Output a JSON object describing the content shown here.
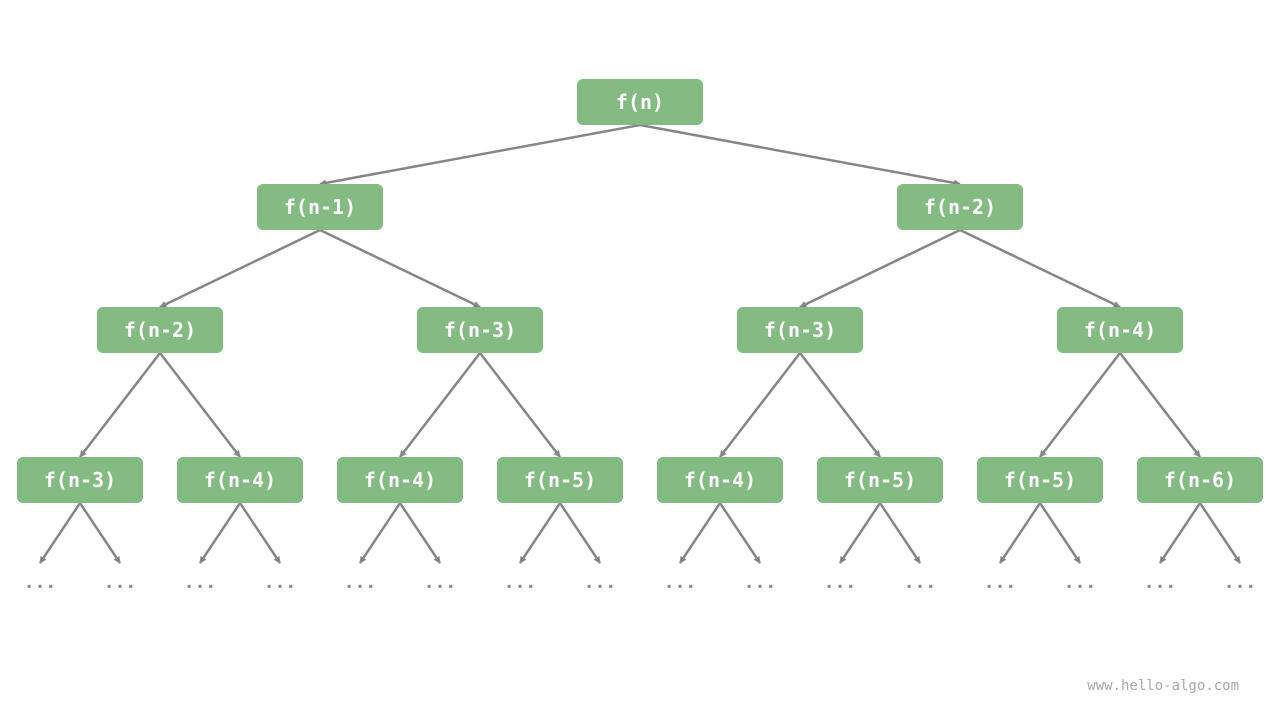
{
  "diagram": {
    "node_color": "#83bb82",
    "edge_color": "#868686",
    "label_color": "#ffffff",
    "levels": [
      [
        "f(n)"
      ],
      [
        "f(n-1)",
        "f(n-2)"
      ],
      [
        "f(n-2)",
        "f(n-3)",
        "f(n-3)",
        "f(n-4)"
      ],
      [
        "f(n-3)",
        "f(n-4)",
        "f(n-4)",
        "f(n-5)",
        "f(n-4)",
        "f(n-5)",
        "f(n-5)",
        "f(n-6)"
      ]
    ],
    "leaf_placeholder": "..."
  },
  "watermark": "www.hello-algo.com"
}
